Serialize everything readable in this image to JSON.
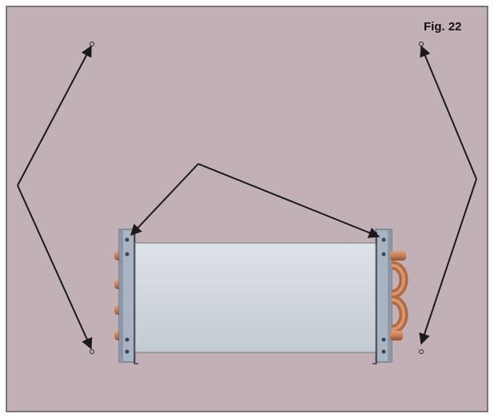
{
  "figure": {
    "label": "Fig. 22"
  },
  "colors": {
    "background": "#c1b0b5",
    "frame": "#3a3a3a",
    "coil_body": "#d0d5dc",
    "coil_edge": "#707880",
    "bracket": "#a8b4c2",
    "bracket_edge": "#55606c",
    "copper": "#c87f55",
    "copper_shadow": "#8e5234",
    "arrow": "#1a1a1a"
  },
  "icons": {
    "mount_point": "small-circle-marker",
    "arrow": "arrowhead"
  }
}
